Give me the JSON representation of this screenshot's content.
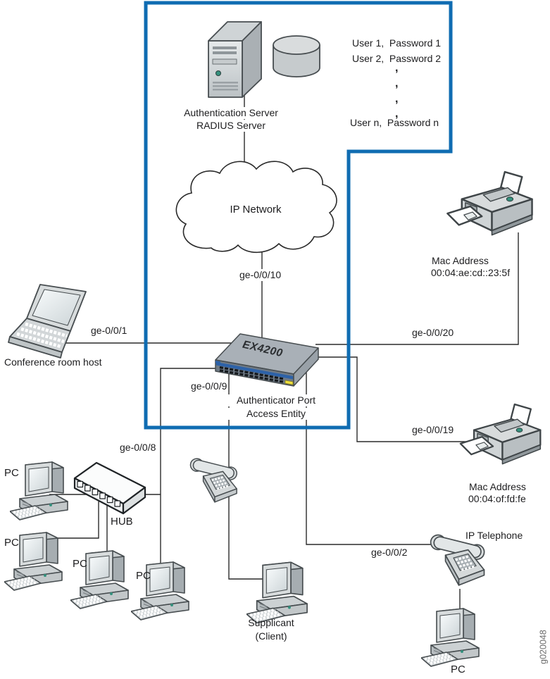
{
  "figure": {
    "id_code": "g020048"
  },
  "colors": {
    "highlight_box": "#0f6cb2",
    "line": "#2a2a2a",
    "accent_blue": "#2d62a8",
    "accent_yellow": "#efe13e",
    "led_green": "#35917e"
  },
  "auth_server": {
    "label_line1": "Authentication Server",
    "label_line2": "RADIUS Server"
  },
  "credentials": {
    "row1": "User 1,  Password 1",
    "row2": "User 2,  Password 2",
    "dots": [
      ",",
      ",",
      ",",
      ","
    ],
    "row_n": "User n,  Password n"
  },
  "network": {
    "cloud_label": "IP Network"
  },
  "switch": {
    "model": "EX4200",
    "role_line1": "Authenticator Port",
    "role_line2": "Access Entity"
  },
  "ports": {
    "to_network": "ge-0/0/10",
    "to_conference_host": "ge-0/0/1",
    "to_hub": "ge-0/0/8",
    "to_supplicant": "ge-0/0/9",
    "to_printer_top": "ge-0/0/20",
    "to_printer_bottom": "ge-0/0/19",
    "to_ip_phone": "ge-0/0/2"
  },
  "devices": {
    "conference_host": "Conference room host",
    "hub": "HUB",
    "pc1": "PC",
    "pc2": "PC",
    "pc3": "PC",
    "pc4": "PC",
    "pc5": "PC",
    "supplicant_line1": "Supplicant",
    "supplicant_line2": "(Client)",
    "ip_phone": "IP Telephone",
    "printer_top_mac_label": "Mac Address",
    "printer_top_mac": "00:04:ae:cd::23:5f",
    "printer_bottom_mac_label": "Mac Address",
    "printer_bottom_mac": "00:04:of:fd:fe"
  }
}
